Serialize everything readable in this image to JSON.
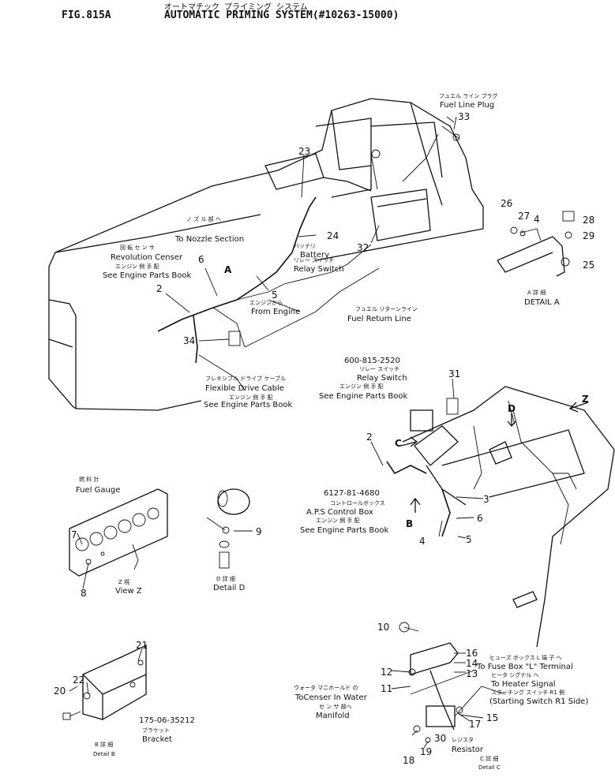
{
  "header": {
    "fig": "FIG.815A",
    "title_jp": "オートマチック プライミング システム",
    "title_en": "AUTOMATIC PRIMING SYSTEM(#10263-15000)"
  },
  "labels": {
    "fuel_line_plug_jp": "フュエル ライン プラグ",
    "fuel_line_plug": "Fuel Line Plug",
    "to_nozzle_jp": "ノ ズ ル 部 へ",
    "to_nozzle": "To Nozzle Section",
    "revolution_jp": "回 転 セ ン サ",
    "revolution": "Revolution Censer",
    "eng_parts_jp": "エンジン 側 手 配",
    "see_engine_parts": "See Engine Parts Book",
    "battery_jp": "バッテリ",
    "battery": "Battery",
    "relay_jp": "リレー スイッチ",
    "relay_switch": "Relay Switch",
    "from_engine_jp": "エンジンから",
    "from_engine": "From Engine",
    "fuel_return_jp": "フュエル リターンライン",
    "fuel_return": "Fuel Return Line",
    "flex_drive_jp": "フレキシブル ドライブ ケーブル",
    "flex_drive": "Flexible Drive Cable",
    "relay_part_no": "600-815-2520",
    "aps_part_no": "6127-81-4680",
    "aps_jp": "コントロールボックス",
    "aps_box": "A.P.S Control Box",
    "fuel_gauge_jp": "燃 料 計",
    "fuel_gauge": "Fuel Gauge",
    "view_z_jp": "Z 視",
    "view_z": "View Z",
    "detail_d_jp": "D 詳 細",
    "detail_d": "Detail D",
    "detail_a_jp": "A 詳 細",
    "detail_a": "DETAIL A",
    "bracket_part_no": "175-06-35212",
    "bracket_jp": "ブラケット",
    "bracket": "Bracket",
    "detail_b_jp": "B 詳 細",
    "detail_b": "Detail B",
    "fuse_box_jp": "ヒューズ ボックス L 端 子 へ",
    "fuse_box": "To Fuse Box \"L\" Terminal",
    "heater_jp": "ヒータ シグナル へ",
    "heater": "To Heater Signal",
    "starting_jp": "スターチング スイッチ R1 側",
    "starting": "(Starting Switch R1 Side)",
    "water_jp": "ウォータ マニホールド の",
    "censer_water": "ToCenser In Water",
    "sensor_jp": "セ ン サ 部へ",
    "manifold": "Manifold",
    "resistor_jp": "レジスタ",
    "resistor": "Resistor",
    "detail_c_jp": "C 詳 細",
    "detail_c": "Detail C",
    "letter_a": "A",
    "letter_b": "B",
    "letter_c": "C",
    "letter_d": "D",
    "letter_z": "Z"
  },
  "callouts": {
    "n2": "2",
    "n3": "3",
    "n4": "4",
    "n5": "5",
    "n6": "6",
    "n7": "7",
    "n8": "8",
    "n9": "9",
    "n10": "10",
    "n11": "11",
    "n12": "12",
    "n13": "13",
    "n14": "14",
    "n15": "15",
    "n16": "16",
    "n17": "17",
    "n18": "18",
    "n19": "19",
    "n20": "20",
    "n21": "21",
    "n22": "22",
    "n23": "23",
    "n24": "24",
    "n25": "25",
    "n26": "26",
    "n27": "27",
    "n28": "28",
    "n29": "29",
    "n30": "30",
    "n31": "31",
    "n32": "32",
    "n33": "33",
    "n34": "34"
  }
}
